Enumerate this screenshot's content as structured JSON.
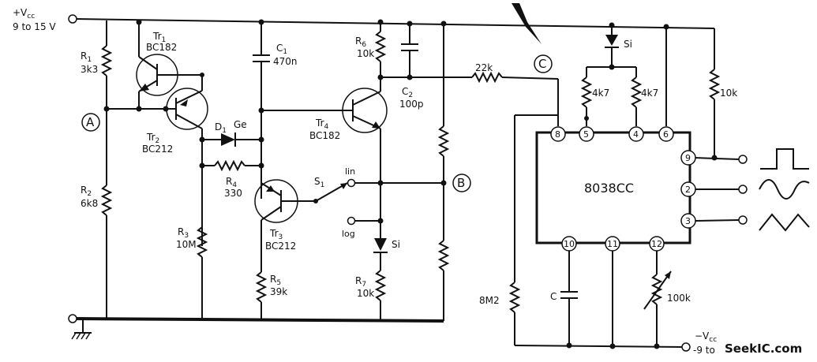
{
  "supply": {
    "vcc_pos": "+V",
    "vcc_pos_sub": "cc",
    "vcc_pos_range": "9 to 15 V",
    "vcc_neg": "−V",
    "vcc_neg_sub": "cc",
    "vcc_neg_range": "-9 to"
  },
  "components": {
    "r1": {
      "name": "R",
      "sub": "1",
      "value": "3k3"
    },
    "r2": {
      "name": "R",
      "sub": "2",
      "value": "6k8"
    },
    "r3": {
      "name": "R",
      "sub": "3",
      "value": "10M"
    },
    "r4": {
      "name": "R",
      "sub": "4",
      "value": "330"
    },
    "r5": {
      "name": "R",
      "sub": "5",
      "value": "39k"
    },
    "r6": {
      "name": "R",
      "sub": "6",
      "value": "10k"
    },
    "r7": {
      "name": "R",
      "sub": "7",
      "value": "10k"
    },
    "c1": {
      "name": "C",
      "sub": "1",
      "value": "470n"
    },
    "c2": {
      "name": "C",
      "sub": "2",
      "value": "100p"
    },
    "tr1": {
      "name": "Tr",
      "sub": "1",
      "value": "BC182"
    },
    "tr2": {
      "name": "Tr",
      "sub": "2",
      "value": "BC212"
    },
    "tr3": {
      "name": "Tr",
      "sub": "3",
      "value": "BC212"
    },
    "tr4": {
      "name": "Tr",
      "sub": "4",
      "value": "BC182"
    },
    "d1": {
      "name": "D",
      "sub": "1",
      "value": "Ge"
    },
    "s1": {
      "name": "S",
      "sub": "1",
      "lin": "lin",
      "log": "log"
    },
    "si_diode": "Si",
    "r22k": "22k",
    "r4k7a": "4k7",
    "r4k7b": "4k7",
    "r10k_out": "10k",
    "r8m2": "8M2",
    "c_timing": "C",
    "pot": "100k"
  },
  "ic": {
    "name": "8038CC",
    "pins_top": [
      "8",
      "5",
      "4",
      "6"
    ],
    "pins_right": [
      "9",
      "2",
      "3"
    ],
    "pins_bottom": [
      "10",
      "11",
      "12"
    ]
  },
  "points": {
    "a": "A",
    "b": "B",
    "c": "C"
  },
  "watermark": "SeekIC.com"
}
